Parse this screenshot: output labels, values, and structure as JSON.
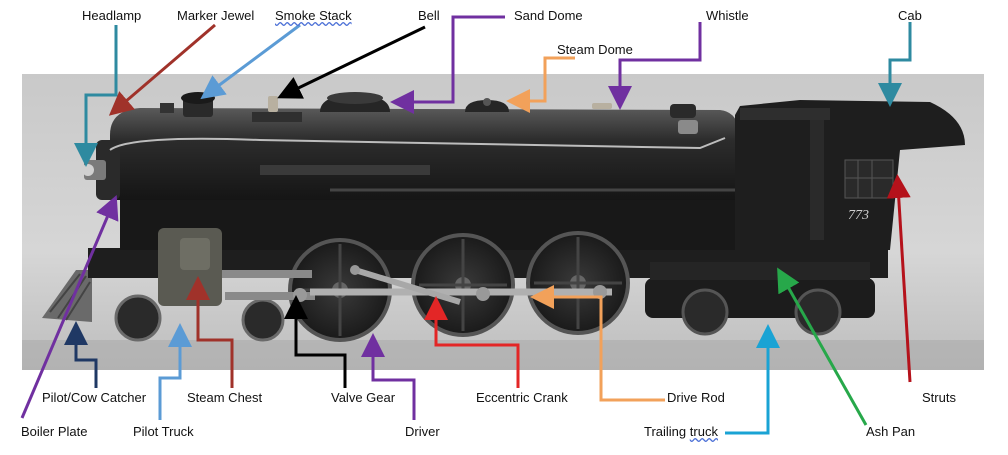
{
  "labels": {
    "headlamp": "Headlamp",
    "marker_jewel": "Marker Jewel",
    "smoke_stack": "Smoke Stack",
    "bell": "Bell",
    "sand_dome": "Sand Dome",
    "steam_dome": "Steam Dome",
    "whistle": "Whistle",
    "cab": "Cab",
    "pilot_cow_catcher": "Pilot/Cow Catcher",
    "steam_chest": "Steam Chest",
    "valve_gear": "Valve Gear",
    "eccentric_crank": "Eccentric Crank",
    "drive_rod": "Drive Rod",
    "struts": "Struts",
    "boiler_plate": "Boiler Plate",
    "pilot_truck": "Pilot Truck",
    "driver": "Driver",
    "trailing_truck_1": "Trailing",
    "trailing_truck_2": "truck",
    "ash_pan": "Ash Pan"
  },
  "cab_number": "773",
  "colors": {
    "teal": "#2e8aa0",
    "dark_red": "#a0322a",
    "light_blue": "#5b9bd5",
    "black": "#000000",
    "purple": "#7030a0",
    "orange": "#f2a15a",
    "red": "#e32626",
    "green": "#27a84a",
    "cyan": "#1aa3d4",
    "navy": "#1f3864",
    "deep_red": "#b5121b"
  }
}
